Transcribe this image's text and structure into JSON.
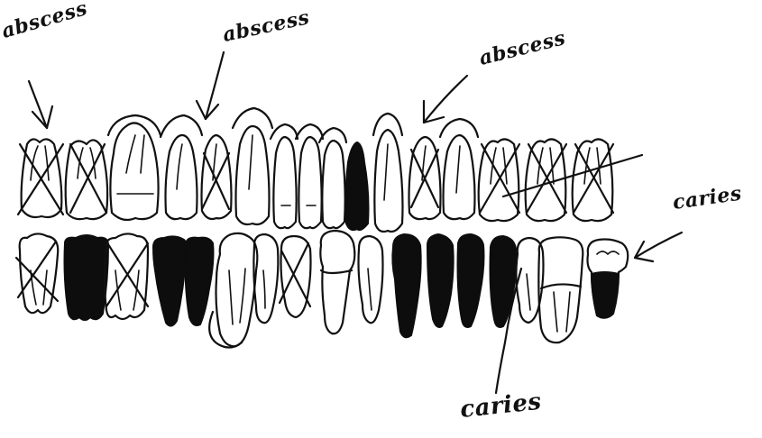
{
  "labels": {
    "abscess_1": "abscess",
    "abscess_2": "abscess",
    "abscess_3": "abscess",
    "caries_right": "caries",
    "caries_bottom": "caries"
  }
}
